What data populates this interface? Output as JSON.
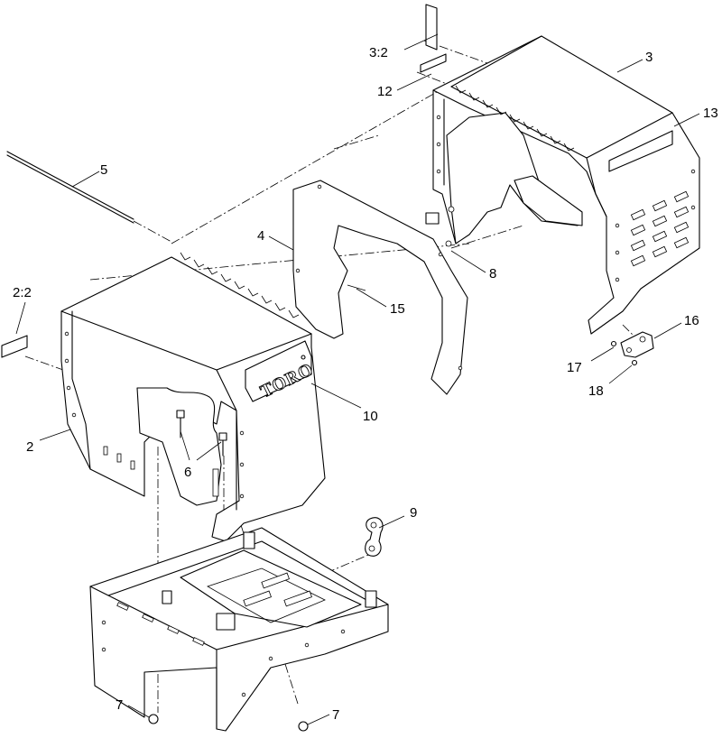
{
  "diagram": {
    "callouts": {
      "c3_2": "3:2",
      "c12": "12",
      "c3": "3",
      "c13": "13",
      "c5": "5",
      "c4": "4",
      "c8": "8",
      "c15": "15",
      "c2_2": "2:2",
      "c16": "16",
      "c17": "17",
      "c18": "18",
      "c10": "10",
      "c2": "2",
      "c6": "6",
      "c9": "9",
      "c7a": "7",
      "c7b": "7"
    },
    "logo_text": "TORO"
  }
}
